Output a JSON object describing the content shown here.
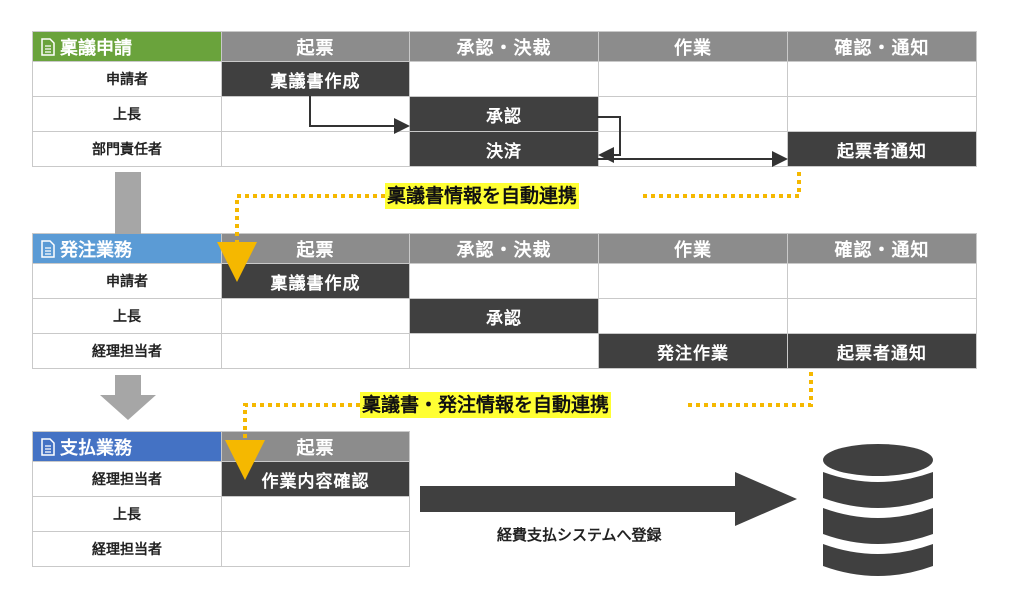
{
  "colors": {
    "header_gray": "#8c8c8c",
    "task_dark": "#404040",
    "table1_title": "#6aa33c",
    "table2_title": "#5b9bd5",
    "table3_title": "#4472c4",
    "connector": "#f5b800",
    "highlight": "#ffff33"
  },
  "table1": {
    "title": "稟議申請",
    "headers": [
      "起票",
      "承認・決裁",
      "作業",
      "確認・通知"
    ],
    "rows": [
      {
        "role": "申請者",
        "tasks": [
          "稟議書作成",
          "",
          "",
          ""
        ]
      },
      {
        "role": "上長",
        "tasks": [
          "",
          "承認",
          "",
          ""
        ]
      },
      {
        "role": "部門責任者",
        "tasks": [
          "",
          "決済",
          "",
          "起票者通知"
        ]
      }
    ]
  },
  "band1": "稟議書情報を自動連携",
  "table2": {
    "title": "発注業務",
    "headers": [
      "起票",
      "承認・決裁",
      "作業",
      "確認・通知"
    ],
    "rows": [
      {
        "role": "申請者",
        "tasks": [
          "稟議書作成",
          "",
          "",
          ""
        ]
      },
      {
        "role": "上長",
        "tasks": [
          "",
          "承認",
          "",
          ""
        ]
      },
      {
        "role": "経理担当者",
        "tasks": [
          "",
          "",
          "発注作業",
          "起票者通知"
        ]
      }
    ]
  },
  "band2": "稟議書・発注情報を自動連携",
  "table3": {
    "title": "支払業務",
    "headers": [
      "起票"
    ],
    "rows": [
      {
        "role": "経理担当者",
        "tasks": [
          "作業内容確認"
        ]
      },
      {
        "role": "上長",
        "tasks": [
          ""
        ]
      },
      {
        "role": "経理担当者",
        "tasks": [
          ""
        ]
      }
    ]
  },
  "register_label": "経費支払システムへ登録",
  "icons": {
    "title_icon": "document-icon",
    "database": "database-icon",
    "flow_down": "down-arrow-icon",
    "flow_right": "right-arrow-icon"
  }
}
